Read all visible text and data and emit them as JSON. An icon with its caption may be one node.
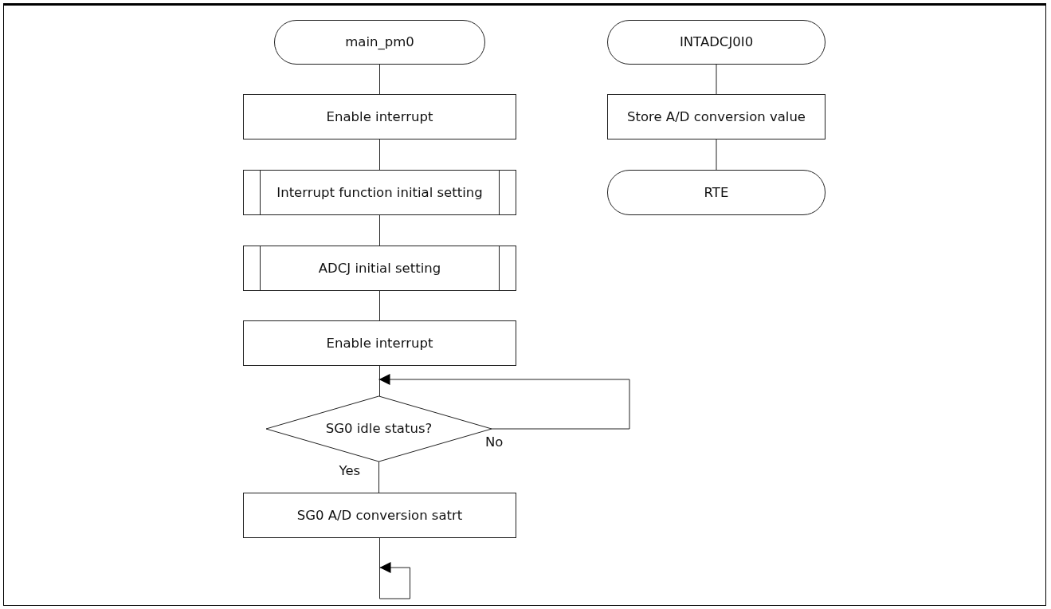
{
  "diagram": {
    "nodes": [
      {
        "text": [
          "main_pm0"
        ]
      },
      {
        "text": [
          "Enable interrupt"
        ]
      },
      {
        "text": [
          "Interrupt function initial setting"
        ]
      },
      {
        "text": [
          "ADCJ initial setting"
        ]
      },
      {
        "text": [
          "Enable interrupt"
        ]
      },
      {
        "text": [
          "SG0 idle status?"
        ]
      },
      {
        "text": [
          "SG0 A/D conversion satrt"
        ]
      },
      {
        "text": [
          "INTADCJ0I0"
        ]
      },
      {
        "text": [
          "Store A/D conversion value"
        ]
      },
      {
        "text": [
          "RTE"
        ]
      }
    ],
    "edges": [
      {
        "from": 0,
        "to": 1,
        "arrow": "none"
      },
      {
        "from": 1,
        "to": 2,
        "arrow": "none"
      },
      {
        "from": 2,
        "to": 3,
        "arrow": "none"
      },
      {
        "from": 3,
        "to": 4,
        "arrow": "none"
      },
      {
        "from": 4,
        "to": 5,
        "arrow": "none"
      },
      {
        "from": 5,
        "to": 5,
        "arrow": "to",
        "label": "No"
      },
      {
        "from": 5,
        "to": 6,
        "arrow": "none",
        "label": "Yes"
      },
      {
        "from": 6,
        "to": null,
        "arrow": "to"
      },
      {
        "from": 7,
        "to": 8,
        "arrow": "none"
      },
      {
        "from": 8,
        "to": 9,
        "arrow": "none"
      }
    ]
  }
}
